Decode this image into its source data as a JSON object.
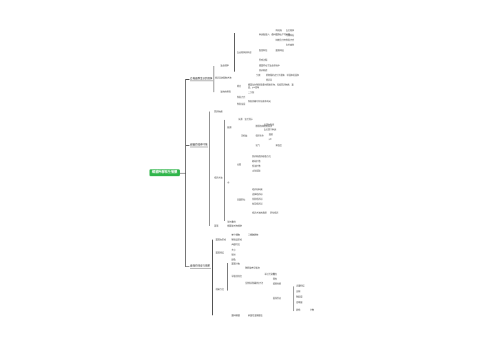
{
  "root": "细菌种群和生殖腺",
  "branches": {
    "b1": {
      "label": "白葡菌群生长的规律",
      "l2a": "生态规律",
      "l2a_items": [
        "生态规律的特点",
        "种类数量少，各种菌群在不同时期",
        "数量特性",
        "形成过程",
        "细菌存在于生态系统中",
        "营养物质",
        "有机物",
        "种类及分布",
        "生长规律",
        "代谢特征",
        "繁殖方式",
        "生长曲线",
        "菌落特征"
      ],
      "l2b": "培养基的配制方法",
      "l2b_items": [
        "分类",
        "按物理状态分为液体、半固体和固体",
        "培养基"
      ],
      "l2c": "生物的繁殖",
      "l2c_items": [
        "概念",
        "细菌生长繁殖受多种因素影响，包括营养物质、温度、pH值等",
        "繁殖方式",
        "二分裂",
        "繁殖速度",
        "繁殖周期与环境条件有关"
      ]
    },
    "b2": {
      "label": "细菌的培养环境",
      "l2a": "营养物质",
      "l2b": "培养方法",
      "l2b_items": [
        "碳源",
        "氮源",
        "无机盐",
        "生长因子",
        "水",
        "碳源的种类和来源",
        "氮源的利用",
        "生长因子种类",
        "培养条件",
        "温度",
        "pH",
        "氧气",
        "渗透压",
        "光照",
        "营养物质的吸收方式",
        "被动扩散",
        "促进扩散",
        "主动运输",
        "基团转位",
        "培养基种类",
        "选择培养基",
        "鉴别培养基",
        "加富培养基",
        "培养方法的选择",
        "厌氧培养"
      ],
      "l2c": "生长曲线",
      "l2d": "细菌生长的规律",
      "l2e": "菌落"
    },
    "b3": {
      "label": "菌落的特征与观察",
      "l2a": "菌落的形成",
      "l2a_items": [
        "单个细胞",
        "繁殖后形成",
        "肉眼可见",
        "子细胞群体"
      ],
      "l2b": "菌落特征",
      "l2b_items": [
        "大小",
        "形状",
        "颜色"
      ],
      "l2c": "观察方法",
      "l2c_items": [
        "菌落计数",
        "平板划线法",
        "稀释涂布平板法",
        "显微镜观察",
        "染色方法",
        "革兰氏染色",
        "阳性",
        "阴性",
        "结果判断",
        "菌落形态",
        "表面特征",
        "边缘",
        "隆起度",
        "透明度",
        "颜色",
        "计数"
      ],
      "l2d": "菌种保藏",
      "l2d_items": [
        "斜面低温保藏法"
      ]
    }
  }
}
